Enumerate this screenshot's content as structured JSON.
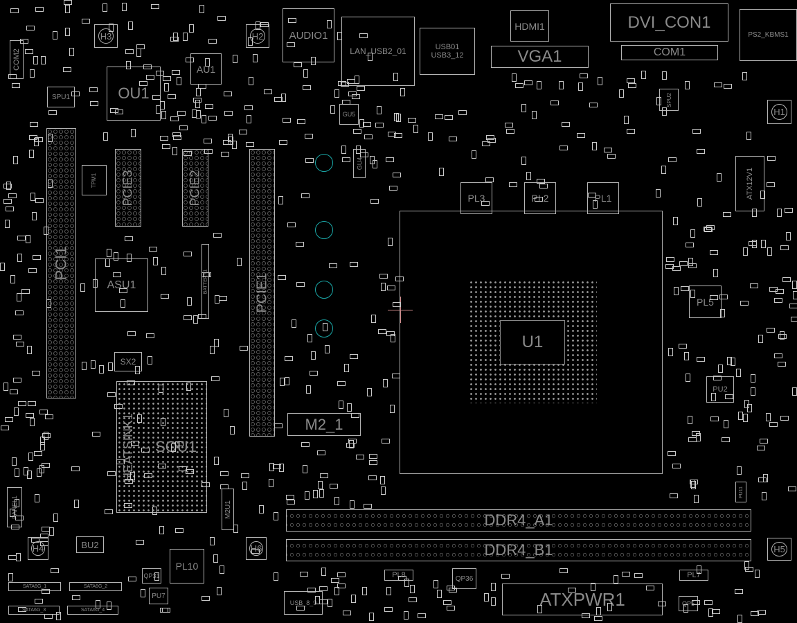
{
  "components": {
    "audio1": "AUDIO1",
    "lan_usb": "LAN_USB2_01",
    "usb01": "USB01",
    "usb3_12": "USB3_12",
    "hdmi1": "HDMI1",
    "vga1": "VGA1",
    "dvi_con1": "DVI_CON1",
    "com1": "COM1",
    "ps2_kbms1": "PS2_KBMS1",
    "h1": "H1",
    "h2": "H2",
    "h3": "H3",
    "h4": "H4",
    "h5": "H5",
    "h6": "H6",
    "ou1": "OU1",
    "au1": "AU1",
    "spu1": "SPU1",
    "com2": "COM2",
    "pci1": "PCI1",
    "pcie1": "PCIE1",
    "pcie2": "PCIE2",
    "pcie3": "PCIE3",
    "asu1": "ASU1",
    "tpm1": "TPM1",
    "battery1": "BATTERY1",
    "sx2": "SX2",
    "sou1": "SOU1",
    "heatsink1": "HEATSINK1",
    "m2_1": "M2_1",
    "m2u1": "M2U1",
    "u1": "U1",
    "pl1": "PL1",
    "pl2": "PL2",
    "pl3": "PL3",
    "pl5": "PL5",
    "pl7": "PL7",
    "pl8": "PL8",
    "pl10": "PL10",
    "pu2": "PU2",
    "pu7": "PU7",
    "pu11": "PU11",
    "ddr4_a1": "DDR4_A1",
    "ddr4_b1": "DDR4_B1",
    "atxpwr1": "ATXPWR1",
    "atx12v1": "ATX12V1",
    "bu2": "BU2",
    "panel1": "PANEL1",
    "usb_8_9": "USB_8_9",
    "qp5": "QP5",
    "qp31": "QP31",
    "qp36": "QP36",
    "gu4": "GU4",
    "gu5": "GU5",
    "spu2": "SPU2",
    "sata1": "SATA6G_1",
    "sata2": "SATA6G_2",
    "sata3": "SATA6G_3",
    "sata4": "SATA6G_4"
  },
  "colors": {
    "background": "#000000",
    "outline": "#b4b4b4",
    "label": "#8a8a8a",
    "capacitor": "#1aa7a7",
    "cursor": "#cc8888"
  }
}
